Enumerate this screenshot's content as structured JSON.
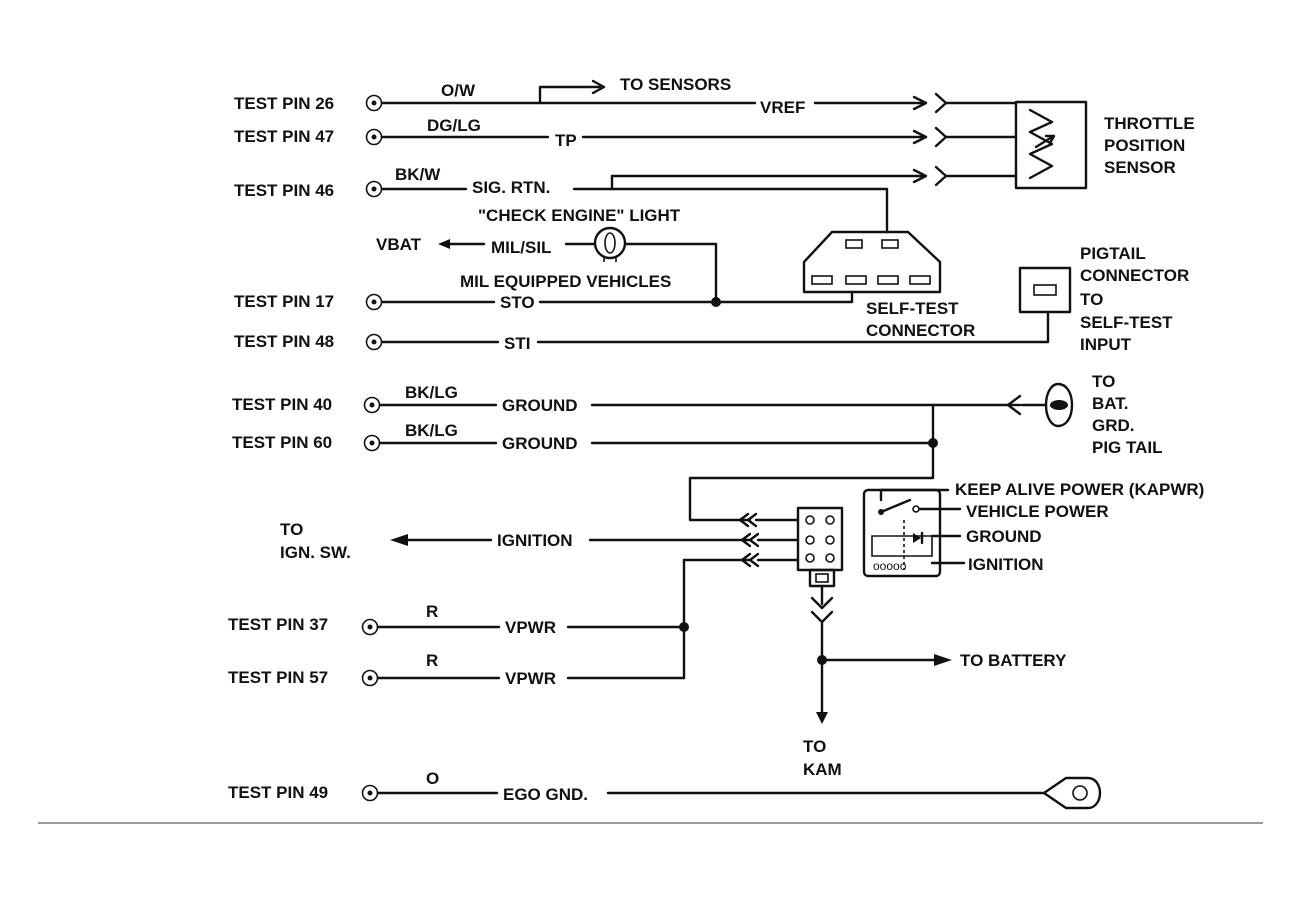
{
  "pins": {
    "p26": "TEST PIN 26",
    "p47": "TEST PIN 47",
    "p46": "TEST PIN 46",
    "p17": "TEST PIN 17",
    "p48": "TEST PIN 48",
    "p40": "TEST PIN 40",
    "p60": "TEST PIN 60",
    "p37": "TEST PIN 37",
    "p57": "TEST PIN 57",
    "p49": "TEST PIN 49"
  },
  "wire_colors": {
    "ow": "O/W",
    "dglg": "DG/LG",
    "bkw": "BK/W",
    "bklg_40": "BK/LG",
    "bklg_60": "BK/LG",
    "r_37": "R",
    "r_57": "R",
    "o_49": "O"
  },
  "signals": {
    "vref": "VREF",
    "tp": "TP",
    "sig_rtn": "SIG. RTN.",
    "mil_sil": "MIL/SIL",
    "sto": "STO",
    "sti": "STI",
    "ground_40": "GROUND",
    "ground_60": "GROUND",
    "ignition": "IGNITION",
    "vpwr_37": "VPWR",
    "vpwr_57": "VPWR",
    "ego_gnd": "EGO GND."
  },
  "labels": {
    "to_sensors": "TO SENSORS",
    "check_engine_light": "\"CHECK ENGINE\" LIGHT",
    "vbat": "VBAT",
    "mil_equipped": "MIL EQUIPPED VEHICLES",
    "throttle_1": "THROTTLE",
    "throttle_2": "POSITION",
    "throttle_3": "SENSOR",
    "self_test_1": "SELF-TEST",
    "self_test_2": "CONNECTOR",
    "pigtail_1": "PIGTAIL",
    "pigtail_2": "CONNECTOR",
    "pigtail_3": "TO",
    "pigtail_4": "SELF-TEST",
    "pigtail_5": "INPUT",
    "bat_grd_1": "TO",
    "bat_grd_2": "BAT.",
    "bat_grd_3": "GRD.",
    "bat_grd_4": "PIG TAIL",
    "ign_sw_1": "TO",
    "ign_sw_2": "IGN. SW.",
    "kapwr": "KEEP ALIVE POWER (KAPWR)",
    "vehicle_power": "VEHICLE POWER",
    "relay_ground": "GROUND",
    "relay_ignition": "IGNITION",
    "to_battery": "TO BATTERY",
    "kam_1": "TO",
    "kam_2": "KAM"
  }
}
